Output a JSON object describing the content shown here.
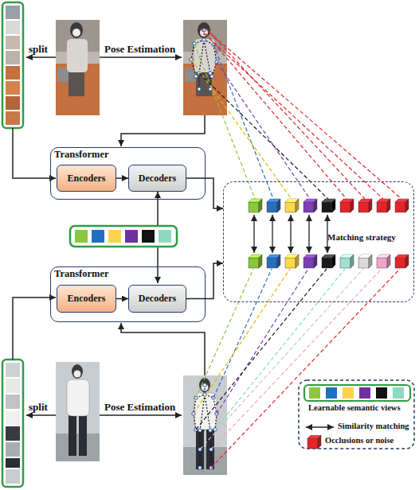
{
  "diagram": {
    "nodes": [
      {
        "text": [
          "Transformer"
        ]
      },
      {
        "text": [
          "Encoders"
        ],
        "in": 0
      },
      {
        "text": [
          "Decoders"
        ],
        "in": 0
      },
      {
        "text": [
          "Matching strategy"
        ]
      },
      {
        "text": [
          "Transformer"
        ]
      },
      {
        "text": [
          "Encoders"
        ],
        "in": 4
      },
      {
        "text": [
          "Decoders"
        ],
        "in": 4
      }
    ],
    "edges": [
      {
        "from": 1,
        "to": 2,
        "arrow": "to"
      },
      {
        "from": 2,
        "to": 3,
        "arrow": "to"
      },
      {
        "from": 5,
        "to": 6,
        "arrow": "to"
      },
      {
        "from": 6,
        "to": 3,
        "arrow": "to"
      }
    ],
    "labels": [
      "split",
      "Pose Estimation",
      "split",
      "Pose Estimation"
    ],
    "legend": [
      {
        "text": "Learnable semantic views"
      },
      {
        "text": "Similarity matching"
      },
      {
        "text": "Occlusions or noise",
        "color": "#e3242b"
      }
    ]
  }
}
